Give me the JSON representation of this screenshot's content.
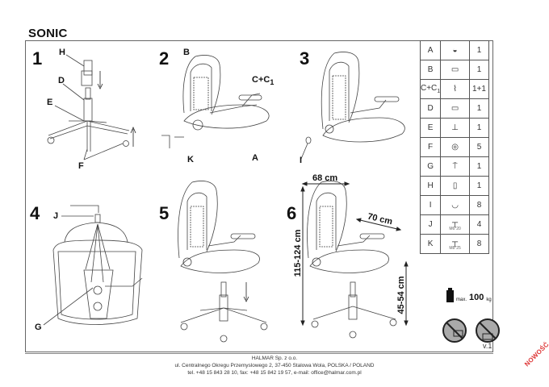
{
  "header": {
    "title": "SONIC"
  },
  "steps": [
    {
      "number": "1",
      "labels": [
        "H",
        "D",
        "E",
        "F"
      ]
    },
    {
      "number": "2",
      "labels": [
        "B",
        "C+C",
        "1",
        "K",
        "A"
      ]
    },
    {
      "number": "3",
      "labels": [
        "I"
      ]
    },
    {
      "number": "4",
      "labels": [
        "J",
        "G"
      ]
    },
    {
      "number": "5",
      "labels": []
    },
    {
      "number": "6",
      "labels": []
    }
  ],
  "dimensions": {
    "width": "68 cm",
    "depth": "70 cm",
    "height": "115-124 cm",
    "seat_height": "45-54 cm"
  },
  "parts_table": [
    {
      "id": "A",
      "qty": "1"
    },
    {
      "id": "B",
      "qty": "1"
    },
    {
      "id": "C+C",
      "sub": "1",
      "qty": "1+1"
    },
    {
      "id": "D",
      "qty": "1"
    },
    {
      "id": "E",
      "qty": "1"
    },
    {
      "id": "F",
      "qty": "5"
    },
    {
      "id": "G",
      "qty": "1"
    },
    {
      "id": "H",
      "qty": "1"
    },
    {
      "id": "I",
      "qty": "8"
    },
    {
      "id": "J",
      "qty": "4",
      "note": "M6*20"
    },
    {
      "id": "K",
      "qty": "8",
      "note": "M8*25"
    }
  ],
  "max_load": {
    "prefix": "max.",
    "value": "100",
    "unit": "kg"
  },
  "version": "v.1",
  "footer": {
    "company": "HALMAR Sp. z o.o.",
    "address": "ul. Centralnego Okregu Przemyslowego 2, 37-450 Stalowa Wola, POLSKA / POLAND",
    "contact": "tel. +48 15 843 28 10, fax: +48 15 842 19 57, e-mail: office@halmar.com.pl"
  },
  "stamp": "NOWOŚĆ"
}
